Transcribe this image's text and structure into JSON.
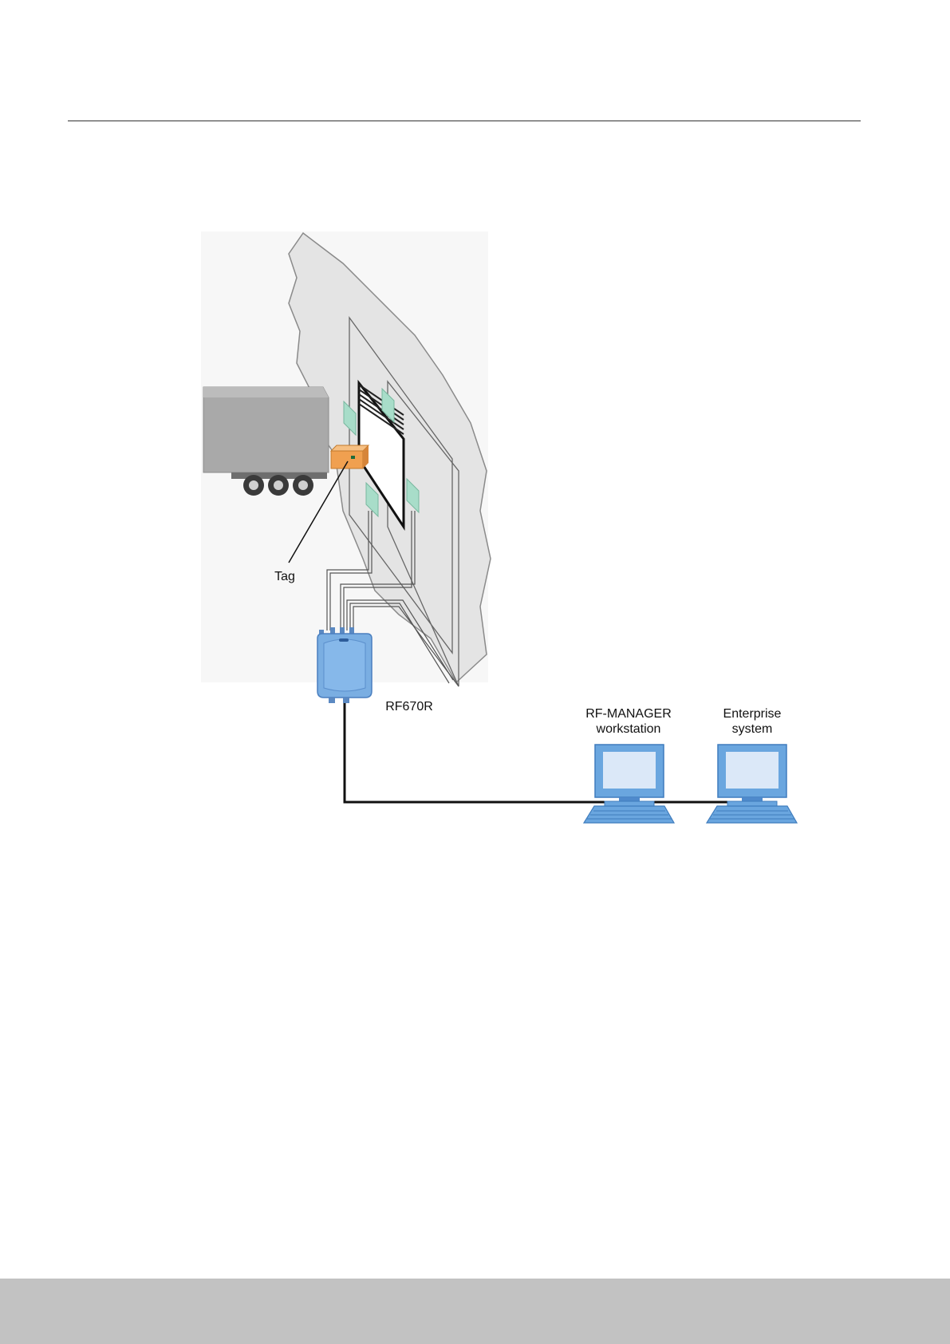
{
  "labels": {
    "tag": "Tag",
    "reader": "RF670R",
    "workstation": "RF-MANAGER\nworkstation",
    "enterprise": "Enterprise\nsystem"
  },
  "colors": {
    "wall": "#e6e6e6",
    "truck": "#a9a9a9",
    "tag_box": "#f0a050",
    "antenna": "#a8ddc9",
    "reader": "#7aaee2",
    "computer": "#6aa6df",
    "screen": "#dbe8f8"
  },
  "icons": [
    "truck-icon",
    "tag-box-icon",
    "antenna-icon",
    "reader-icon",
    "computer-icon"
  ]
}
